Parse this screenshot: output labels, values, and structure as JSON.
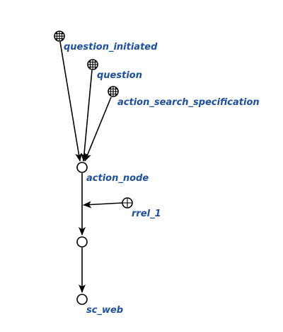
{
  "colors": {
    "label": "#1c4fa0",
    "stroke": "#000000",
    "background": "#ffffff"
  },
  "nodes": [
    {
      "id": "question_initiated",
      "kind": "class-node",
      "label": "question_initiated"
    },
    {
      "id": "question",
      "kind": "class-node",
      "label": "question"
    },
    {
      "id": "action_search_specification",
      "kind": "class-node",
      "label": "action_search_specification"
    },
    {
      "id": "action_node",
      "kind": "plain-node",
      "label": "action_node"
    },
    {
      "id": "rrel_1",
      "kind": "role-relation-node",
      "label": "rrel_1"
    },
    {
      "id": "anonymous_node",
      "kind": "plain-node",
      "label": ""
    },
    {
      "id": "sc_web",
      "kind": "plain-node",
      "label": "sc_web"
    }
  ],
  "edges": [
    {
      "from": "question_initiated",
      "to": "action_node",
      "type": "membership-arc"
    },
    {
      "from": "question",
      "to": "action_node",
      "type": "membership-arc"
    },
    {
      "from": "action_search_specification",
      "to": "action_node",
      "type": "membership-arc"
    },
    {
      "from": "action_node",
      "to": "anonymous_node",
      "type": "membership-arc"
    },
    {
      "from": "rrel_1",
      "to": "action_node_to_anonymous_node_arc",
      "type": "membership-arc"
    },
    {
      "from": "anonymous_node",
      "to": "sc_web",
      "type": "membership-arc"
    }
  ]
}
